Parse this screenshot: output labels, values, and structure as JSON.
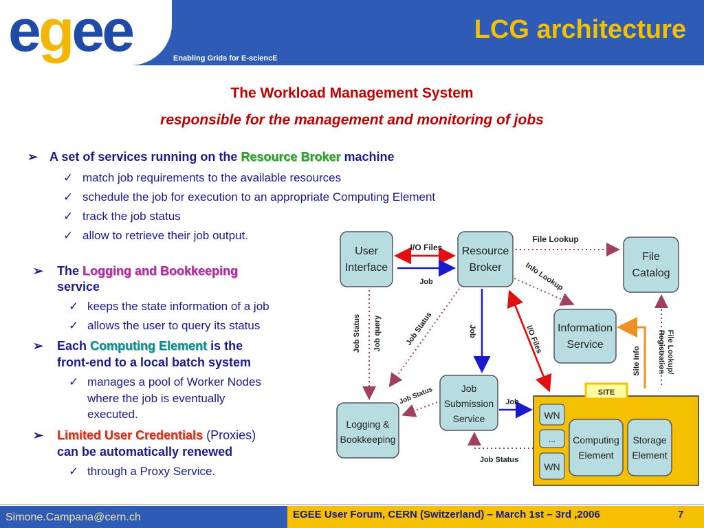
{
  "header": {
    "logo": "egee",
    "tagline": "Enabling Grids for E-sciencE",
    "title": "LCG architecture"
  },
  "subtitle": {
    "line1": "The Workload Management System",
    "line2": "responsible for the management and monitoring of jobs"
  },
  "bullets": {
    "b1_prefix": "A set of services running on the",
    "b1_highlight": "Resource Broker",
    "b1_suffix": "machine",
    "b1_subs": [
      "match job requirements to the available resources",
      "schedule the job for execution to an appropriate Computing Element",
      "track the job status",
      "allow to retrieve their job output."
    ],
    "b2_prefix": "The",
    "b2_highlight": "Logging and Bookkeeping",
    "b2_suffix": "service",
    "b2_subs": [
      "keeps the state information of a job",
      "allows the user to query its status"
    ],
    "b3_prefix": "Each",
    "b3_highlight": "Computing Element",
    "b3_suffix": "is the",
    "b3_line2": "front-end to a local batch system",
    "b3_subs": [
      "manages a pool of Worker Nodes",
      "where the job is eventually",
      "executed."
    ],
    "b4_highlight": "Limited User Credentials",
    "b4_suffix": "(Proxies)",
    "b4_line2": "can be automatically renewed",
    "b4_subs": [
      "through a Proxy Service."
    ]
  },
  "diagram": {
    "boxes": {
      "user_interface": [
        "User",
        "Interface"
      ],
      "resource_broker": [
        "Resource",
        "Broker"
      ],
      "file_catalog": [
        "File",
        "Catalog"
      ],
      "information_service": [
        "Information",
        "Service"
      ],
      "job_submission": [
        "Job",
        "Submission",
        "Service"
      ],
      "logging": [
        "Logging &",
        "Bookkeeping"
      ],
      "wn1": "WN",
      "dots": "...",
      "wn2": "WN",
      "computing_element": [
        "Computing",
        "Element"
      ],
      "storage_element": [
        "Storage",
        "Element"
      ],
      "site": "SITE"
    },
    "labels": {
      "io_files_top": "I/O Files",
      "job_top": "Job",
      "file_lookup": "File Lookup",
      "info_lookup": "Info Lookup",
      "job_status_left": "Job Status",
      "job_query": "Job query",
      "job_status_diag": "Job Status",
      "job_vertical": "Job",
      "io_files_diag": "I/O Files",
      "file_lookup_reg": "File Lookup/",
      "registration": "Registration",
      "site_info": "Site Info",
      "job_status_small": "Job Status",
      "job_right": "Job",
      "job_status_bottom": "Job Status"
    }
  },
  "footer": {
    "email": "Simone.Campana@cern.ch",
    "conference": "EGEE User Forum, CERN (Switzerland) –  March 1st – 3rd ,2006",
    "page": "7"
  }
}
